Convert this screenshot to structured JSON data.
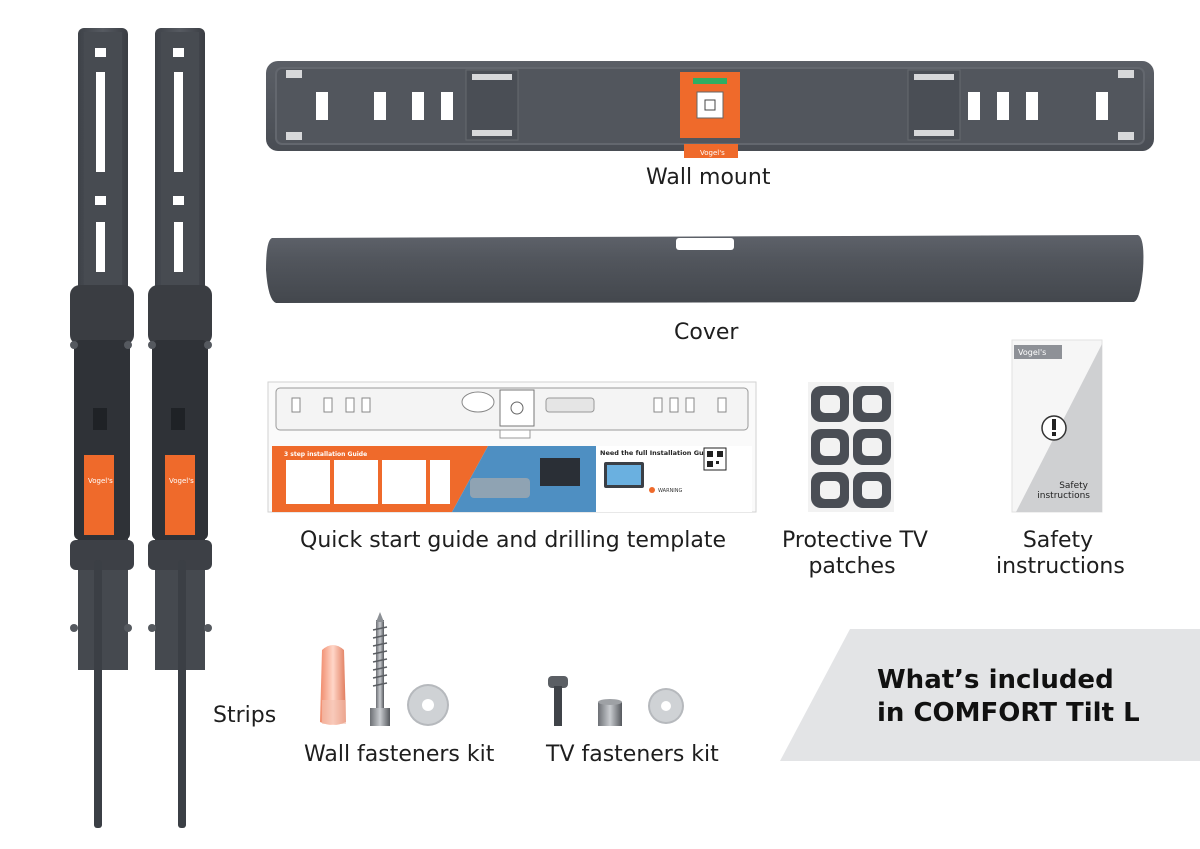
{
  "labels": {
    "wall_mount": "Wall mount",
    "cover": "Cover",
    "quick_start": "Quick start guide and drilling template",
    "patches_line1": "Protective TV",
    "patches_line2": "patches",
    "safety_line1": "Safety",
    "safety_line2": "instructions",
    "strips": "Strips",
    "wall_fasteners": "Wall fasteners kit",
    "tv_fasteners": "TV fasteners kit"
  },
  "banner": {
    "line1": "What’s included",
    "line2": "in COMFORT Tilt L"
  },
  "guide": {
    "install_title": "3 step installation Guide",
    "full_guide": "Need the full Installation Guide?",
    "warning": "WARNING"
  },
  "booklet": {
    "brand": "Vogel's",
    "line1": "Safety",
    "line2": "instructions"
  },
  "brand": {
    "logo": "Vogel's"
  },
  "colors": {
    "metal": "#4a4e55",
    "metal_light": "#5d6168",
    "accent": "#ef6a2b",
    "banner_bg": "#e3e4e6"
  }
}
